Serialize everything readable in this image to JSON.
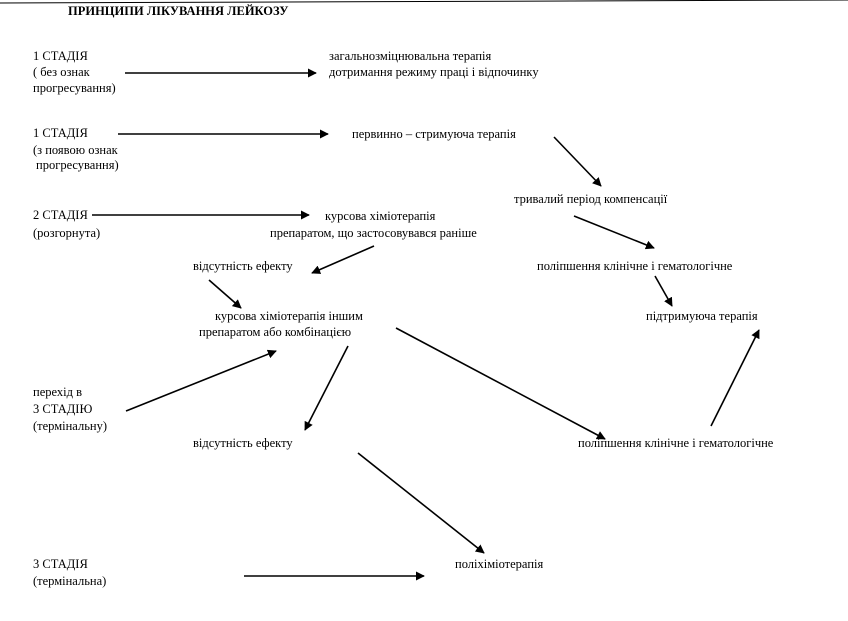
{
  "title": "ПРИНЦИПИ ЛІКУВАННЯ ЛЕЙКОЗУ",
  "stage1a": {
    "line1": "1 СТАДІЯ",
    "line2": "( без ознак",
    "line3": "прогресування)"
  },
  "general_therapy": {
    "line1": "загальнозміцнювальна  терапія",
    "line2": "дотримання режиму праці і відпочинку"
  },
  "stage1b": {
    "line1": "1 СТАДІЯ",
    "line2": "(з появою ознак",
    "line3": "прогресування)"
  },
  "primary_therapy": "первинно – стримуюча терапія",
  "long_compensation": "тривалий період  компенсації",
  "stage2": {
    "line1": "2 СТАДІЯ",
    "line2": "(розгорнута)"
  },
  "course_chemo": {
    "line1": "курсова хіміотерапія",
    "line2": "препаратом, що застосовувався раніше"
  },
  "no_effect_1": "відсутність ефекту",
  "improvement_1": "поліпшення клінічне і гематологічне",
  "course_chemo_other": {
    "line1": "курсова хіміотерапія іншим",
    "line2": "препаратом або комбінацією"
  },
  "maintenance_therapy": "підтримуюча терапія",
  "transition": {
    "line1": "перехід в",
    "line2": "3  СТАДІЮ",
    "line3": "(термінальну)"
  },
  "no_effect_2": "відсутність ефекту",
  "improvement_2": "поліпшення клінічне і гематологічне",
  "stage3": {
    "line1": "3  СТАДІЯ",
    "line2": "(термінальна)"
  },
  "polychemo": "поліхіміотерапія",
  "colors": {
    "text": "#000000",
    "arrow": "#000000",
    "background": "#ffffff"
  }
}
